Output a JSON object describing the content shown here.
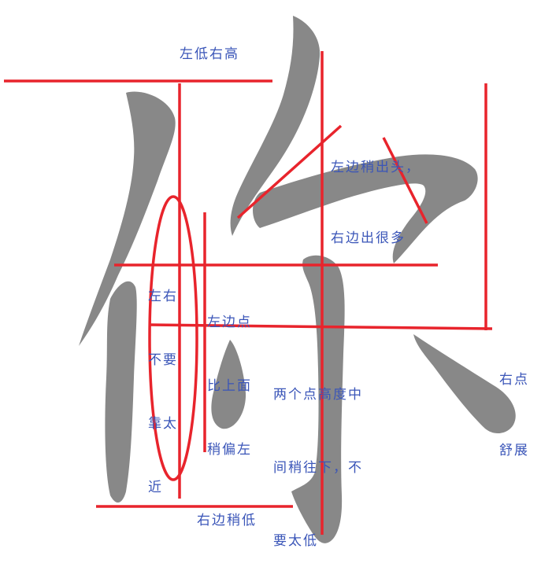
{
  "annotations": {
    "top": "左低右高",
    "bottom": "右边稍低",
    "left_close": [
      "左右",
      "不要",
      "靠太",
      "近"
    ],
    "left_dot": [
      "左边点",
      "比上面",
      "稍偏左"
    ],
    "top_right": [
      "左边稍出头，",
      "右边出很多"
    ],
    "middle": [
      "两个点高度中",
      "间稍往下，不",
      "要太低"
    ],
    "right_dot": [
      "右点",
      "舒展"
    ]
  },
  "colors": {
    "stroke": "#888888",
    "guide": "#e8242c",
    "text": "#3a55b8"
  }
}
